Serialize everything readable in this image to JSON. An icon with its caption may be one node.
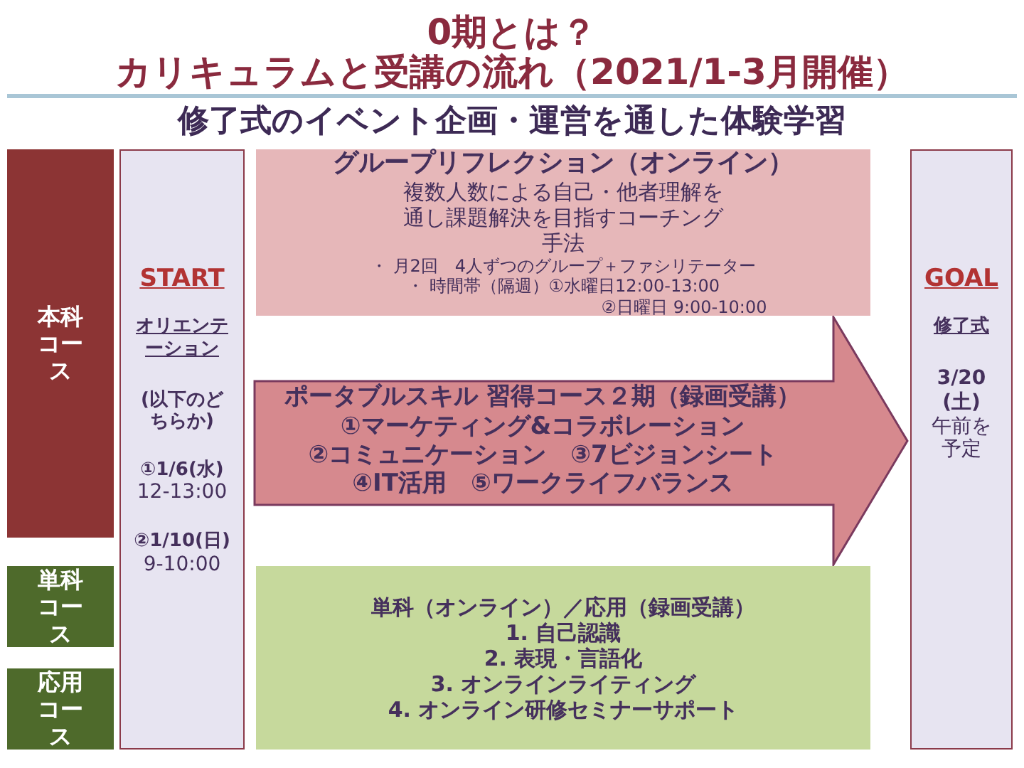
{
  "diagram": {
    "title": "0期とは？",
    "nodes": [
      {
        "text": [
          "本科コース"
        ]
      },
      {
        "text": [
          "単科コース"
        ]
      },
      {
        "text": [
          "応用コース"
        ]
      },
      {
        "text": [
          "START",
          "オリエンテーション",
          "(以下のどちらか)",
          "①1/6(水)",
          "12-13:00",
          "②1/10(日)",
          "9-10:00"
        ]
      },
      {
        "text": [
          "グループリフレクション（オンライン）",
          "複数人数による自己・他者理解を通し課題解決を目指すコーチング手法",
          "・ 月2回　4人ずつのグループ＋ファシリテーター",
          "・ 時間帯（隔週）①水曜日12:00-13:00",
          "②日曜日 9:00-10:00"
        ]
      },
      {
        "text": [
          "ポータブルスキル 習得コース２期（録画受講）",
          "①マーケティング&コラボレーション",
          "②コミュニケーション　③7ビジョンシート",
          "④IT活用　⑤ワークライフバランス"
        ]
      },
      {
        "text": [
          "単科（オンライン）／応用（録画受講）",
          "1. 自己認識",
          "2.  表現・言語化",
          "3.  オンラインライティング",
          "4.  オンライン研修セミナーサポート"
        ]
      },
      {
        "text": [
          "GOAL",
          "修了式",
          "3/20",
          "(土)",
          "午前を予定"
        ]
      }
    ],
    "labels": [
      "カリキュラムと受講の流れ（2021/1-3月開催）",
      "修了式のイベント企画・運営を通した体験学習"
    ]
  }
}
